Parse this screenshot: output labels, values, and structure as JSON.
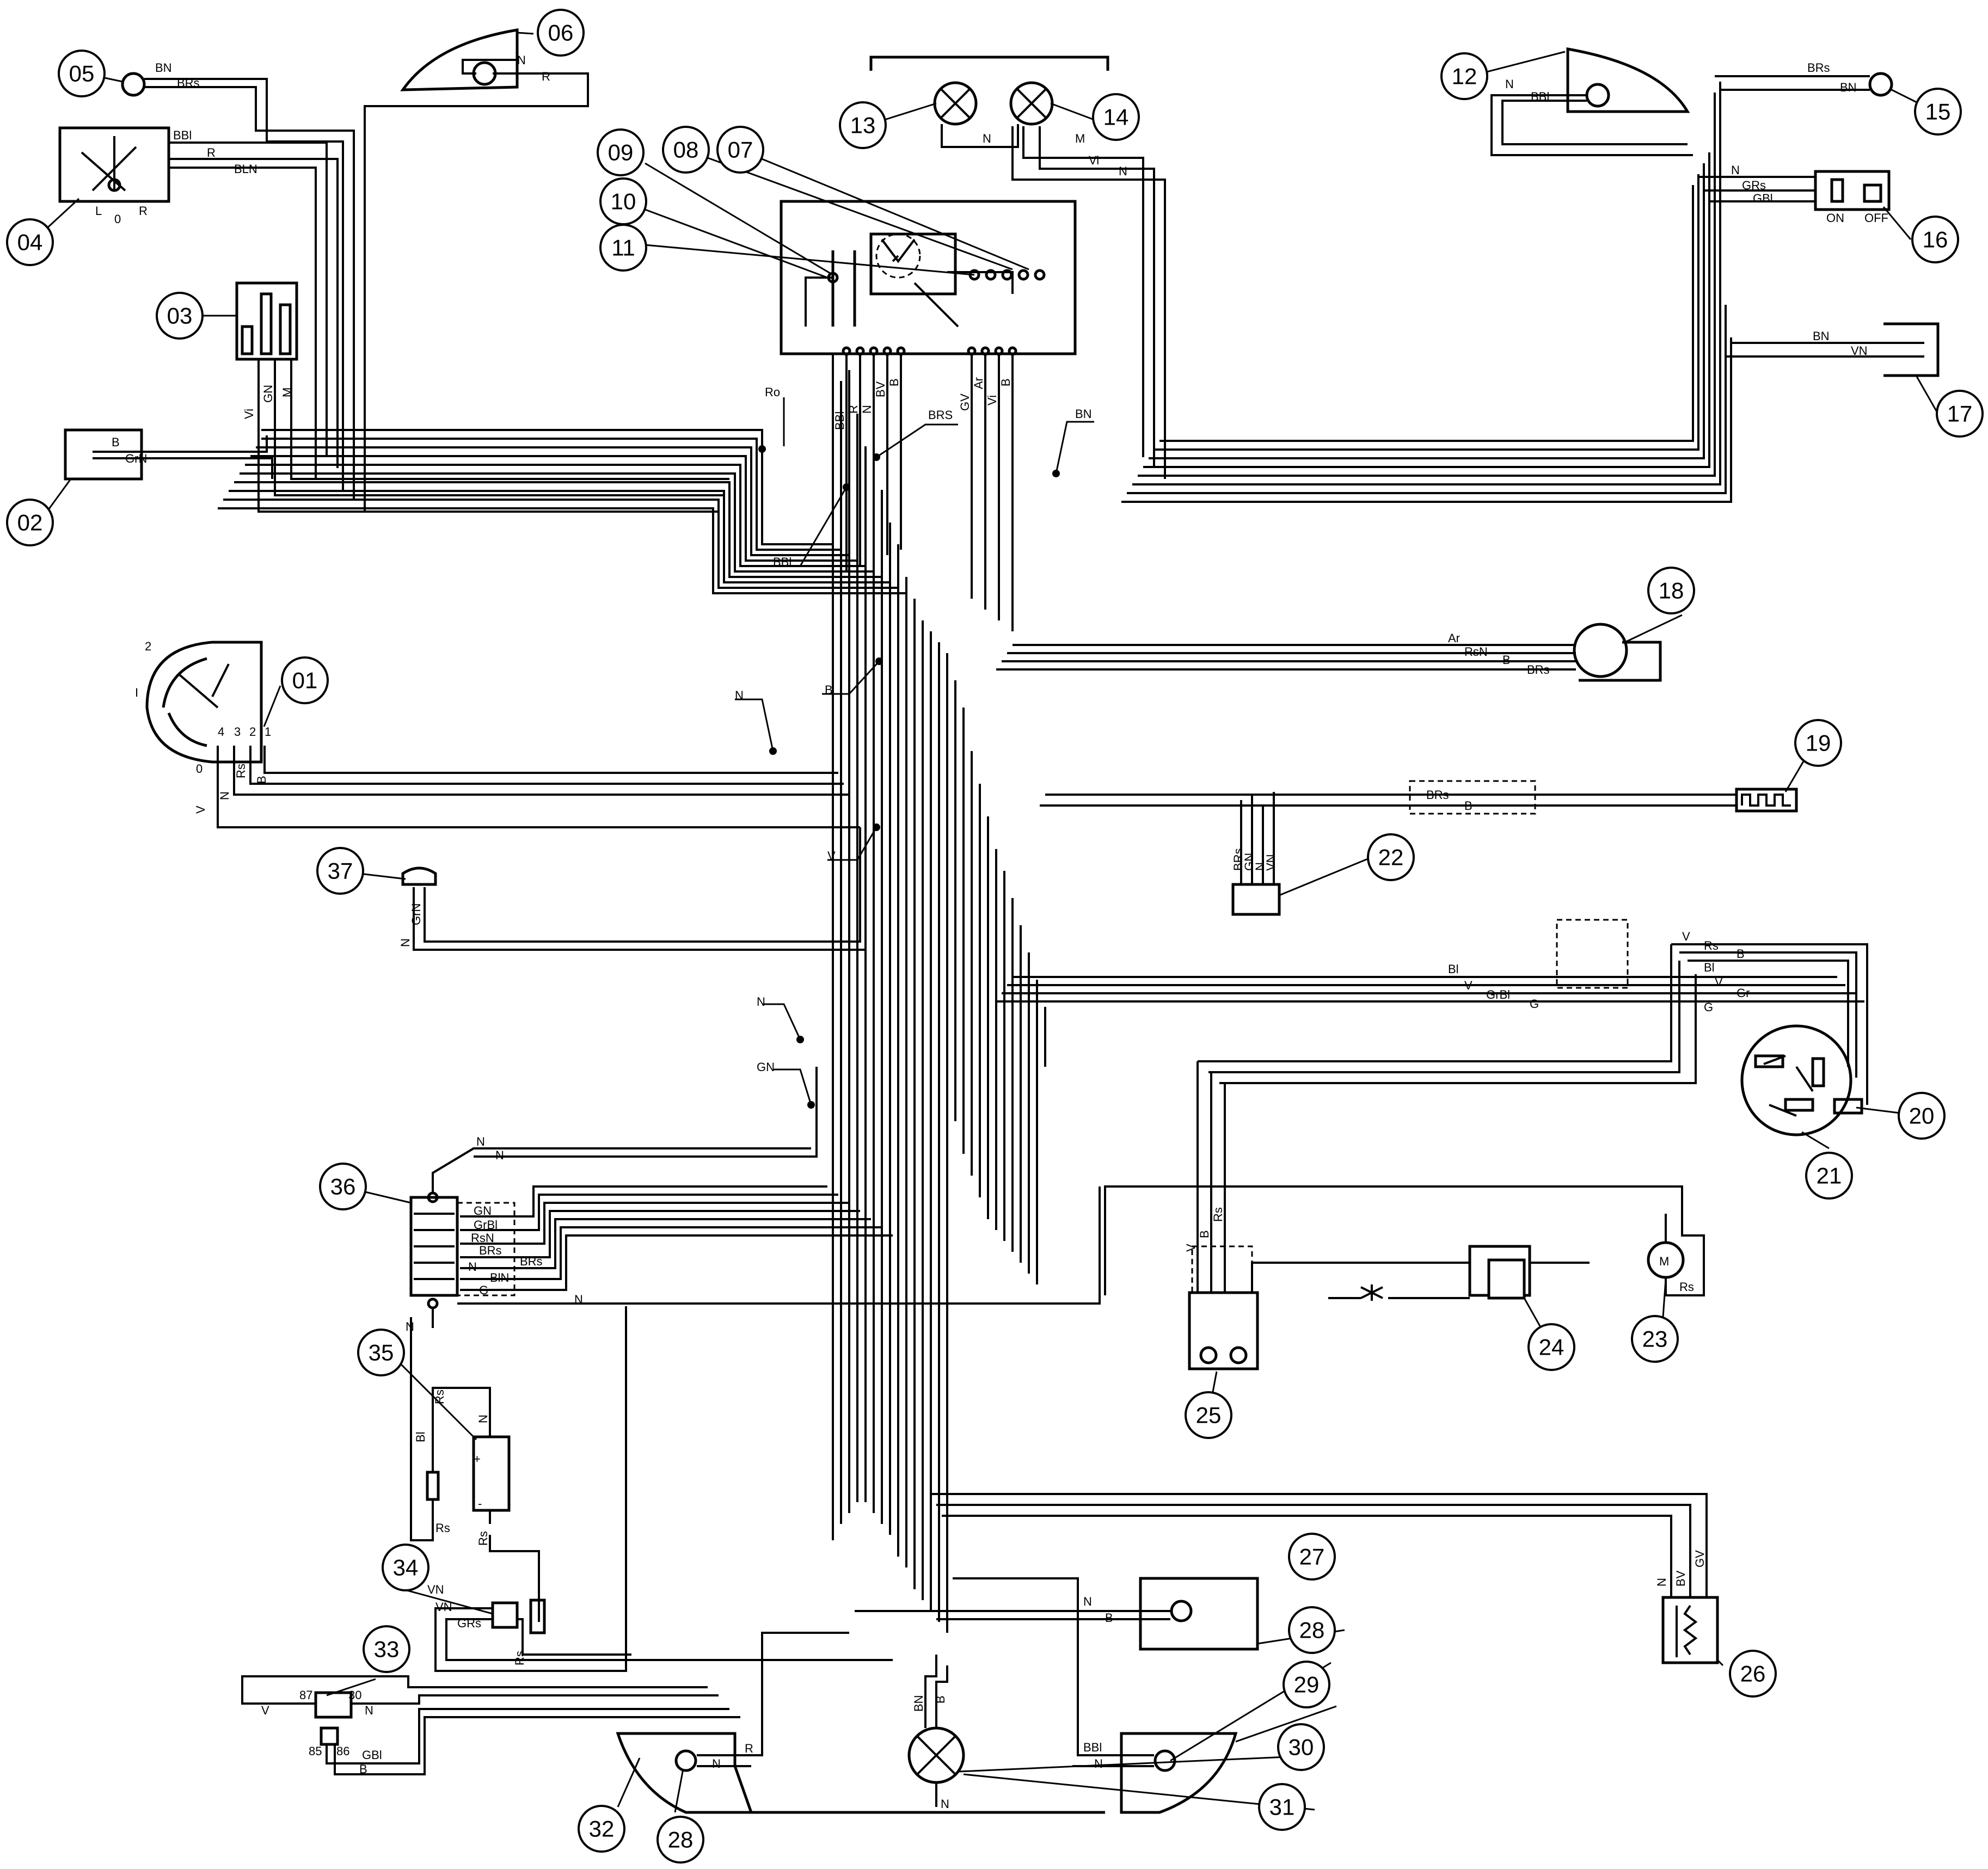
{
  "components": [
    {
      "id": "01",
      "label": "01"
    },
    {
      "id": "02",
      "label": "02"
    },
    {
      "id": "03",
      "label": "03"
    },
    {
      "id": "04",
      "label": "04"
    },
    {
      "id": "05",
      "label": "05"
    },
    {
      "id": "06",
      "label": "06"
    },
    {
      "id": "07",
      "label": "07"
    },
    {
      "id": "08",
      "label": "08"
    },
    {
      "id": "09",
      "label": "09"
    },
    {
      "id": "10",
      "label": "10"
    },
    {
      "id": "11",
      "label": "11"
    },
    {
      "id": "12",
      "label": "12"
    },
    {
      "id": "13",
      "label": "13"
    },
    {
      "id": "14",
      "label": "14"
    },
    {
      "id": "15",
      "label": "15"
    },
    {
      "id": "16",
      "label": "16"
    },
    {
      "id": "17",
      "label": "17"
    },
    {
      "id": "18",
      "label": "18"
    },
    {
      "id": "19",
      "label": "19"
    },
    {
      "id": "20",
      "label": "20"
    },
    {
      "id": "21",
      "label": "21"
    },
    {
      "id": "22",
      "label": "22"
    },
    {
      "id": "23",
      "label": "23"
    },
    {
      "id": "24",
      "label": "24"
    },
    {
      "id": "25",
      "label": "25"
    },
    {
      "id": "26",
      "label": "26"
    },
    {
      "id": "27",
      "label": "27"
    },
    {
      "id": "28a",
      "label": "28"
    },
    {
      "id": "28b",
      "label": "28"
    },
    {
      "id": "29",
      "label": "29"
    },
    {
      "id": "30",
      "label": "30"
    },
    {
      "id": "31",
      "label": "31"
    },
    {
      "id": "32",
      "label": "32"
    },
    {
      "id": "33",
      "label": "33"
    },
    {
      "id": "34",
      "label": "34"
    },
    {
      "id": "35",
      "label": "35"
    },
    {
      "id": "36",
      "label": "36"
    },
    {
      "id": "37",
      "label": "37"
    }
  ],
  "wire_codes": {
    "w05_bn": "BN",
    "w05_brs": "BRs",
    "w06_n": "N",
    "w06_r": "R",
    "w04_bbl": "BBl",
    "w04_r": "R",
    "w04_bln": "BLN",
    "w03_vi": "Vi",
    "w03_gn": "GN",
    "w03_m": "M",
    "w02_b": "B",
    "w02_grn": "GrN",
    "w13_n": "N",
    "w14_m": "M",
    "w14_vi": "Vi",
    "w14_n": "N",
    "w12_n": "N",
    "w12_bbl": "BBl",
    "w15_brs": "BRs",
    "w15_bn": "BN",
    "w16_n": "N",
    "w16_grs": "GRs",
    "w16_gbl": "GBl",
    "w16_on": "ON",
    "w16_off": "OFF",
    "w17_bn": "BN",
    "w17_vn": "VN",
    "dash_bbl": "BBl",
    "dash_r": "R",
    "dash_n": "N",
    "dash_bv": "BV",
    "dash_b": "B",
    "dash_gv": "GV",
    "dash_ar": "Ar",
    "dash_vi": "Vi",
    "dash_b2": "B",
    "main_ro": "Ro",
    "main_brs": "BRS",
    "main_bn": "BN",
    "main_bbl": "BBl",
    "w18_ar": "Ar",
    "w18_rsn": "RsN",
    "w18_b": "B",
    "w18_brs": "BRs",
    "main_b": "B",
    "main_n": "N",
    "w01_rs": "Rs",
    "w01_b": "B",
    "w01_v": "V",
    "w01_n": "N",
    "w01_t2": "2",
    "w01_tI": "I",
    "w01_t0": "0",
    "w01_p4": "4",
    "w01_p3": "3",
    "w01_p2": "2",
    "w01_p1": "1",
    "w19_brs": "BRs",
    "w19_b": "B",
    "w22_brs": "BRs",
    "w22_gn": "GN",
    "w22_n": "N",
    "w22_vn": "VN",
    "main_v": "V",
    "w37_n": "N",
    "w37_grn": "GrN",
    "w20_v": "V",
    "w20_rs": "Rs",
    "w20_b": "B",
    "w20_bl": "Bl",
    "w20_v2": "V",
    "w20_gr": "Gr",
    "w20_g": "G",
    "mid_bl": "Bl",
    "mid_v": "V",
    "mid_grbl": "GrBl",
    "mid_g": "G",
    "main_n2": "N",
    "main_gn": "GN",
    "w36_n": "N",
    "w36_n2": "N",
    "w36_gn": "GN",
    "w36_grbl": "GrBl",
    "w36_rsn": "RsN",
    "w36_brs": "BRs",
    "w36_n3": "N",
    "w36_brs2": "BRs",
    "w36_bln": "BlN",
    "w36_g": "G",
    "w36_n4": "N",
    "w36_n5": "N",
    "w25_v": "V",
    "w25_b": "B",
    "w25_rs": "Rs",
    "w23_rs": "Rs",
    "w35_rs": "Rs",
    "w35_bl": "Bl",
    "w35_n": "N",
    "w35_rs2": "Rs",
    "w35_rs3": "Rs",
    "w35_plus": "+",
    "w35_minus": "-",
    "w34_vn": "VN",
    "w34_vn2": "VN",
    "w34_grs": "GRs",
    "w34_rs": "Rs",
    "w27_n": "N",
    "w27_b": "B",
    "w26_n": "N",
    "w26_bv": "BV",
    "w26_gv": "GV",
    "w33_v": "V",
    "w33_n": "N",
    "w33_gbl": "GBl",
    "w33_b": "B",
    "w33_87": "87",
    "w33_30": "30",
    "w33_85": "85",
    "w33_86": "86",
    "w32_r": "R",
    "w32_n": "N",
    "w31_bn": "BN",
    "w31_b": "B",
    "w31_n": "N",
    "w29_bbl": "BBl",
    "w29_n": "N",
    "w04_pL": "L",
    "w04_p0": "0",
    "w04_pR": "R"
  }
}
